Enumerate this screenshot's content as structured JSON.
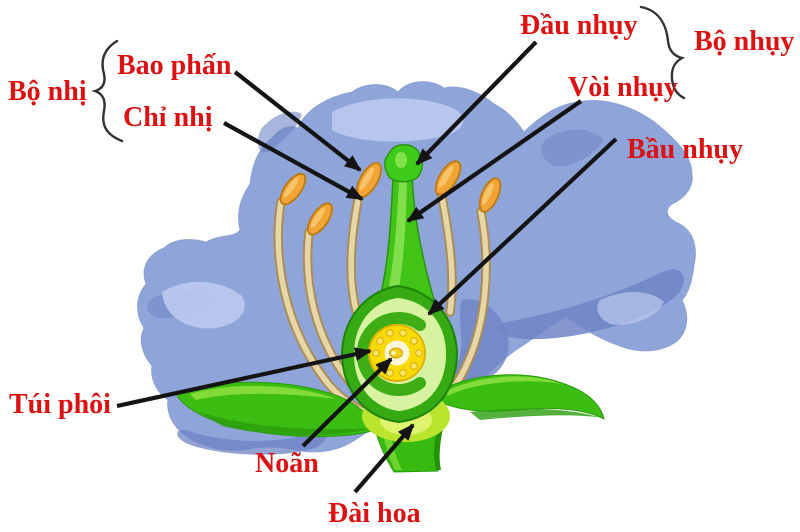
{
  "diagram": {
    "kind": "flower-anatomy-cross-section",
    "background_color": "#ffffff",
    "label_color": "#dc1111",
    "arrow_color": "#141414",
    "labels": [
      {
        "id": "bo-nhi",
        "text": "Bộ nhị"
      },
      {
        "id": "bao-phan",
        "text": "Bao phấn"
      },
      {
        "id": "chi-nhi",
        "text": "Chỉ nhị"
      },
      {
        "id": "dau-nhuy",
        "text": "Đầu nhụy"
      },
      {
        "id": "bo-nhuy",
        "text": "Bộ nhụy"
      },
      {
        "id": "voi-nhuy",
        "text": "Vòi nhụy"
      },
      {
        "id": "bau-nhuy",
        "text": "Bầu nhụy"
      },
      {
        "id": "tui-phoi",
        "text": "Túi phôi"
      },
      {
        "id": "noan",
        "text": "Noãn"
      },
      {
        "id": "dai-hoa",
        "text": "Đài hoa"
      }
    ],
    "illustration_colors": {
      "petal_blue": "#8fa5d9",
      "petal_highlight": "#bcc9ee",
      "petal_shadow": "#6e84c4",
      "anther_orange": "#f2a535",
      "anther_outline": "#bc7c19",
      "filament_cream": "#e8d7a6",
      "filament_outline": "#a98e58",
      "pistil_green": "#42c318",
      "pistil_highlight": "#90e659",
      "ovary_outer_green": "#35aa12",
      "ovary_inner_pale": "#d7f2a0",
      "ovule_yellow": "#f7da07",
      "ovule_center": "#fdf6d8",
      "sepal_green": "#3cbd12",
      "receptacle_yellow_green": "#b9e52e",
      "stem_green": "#38bb10"
    }
  }
}
